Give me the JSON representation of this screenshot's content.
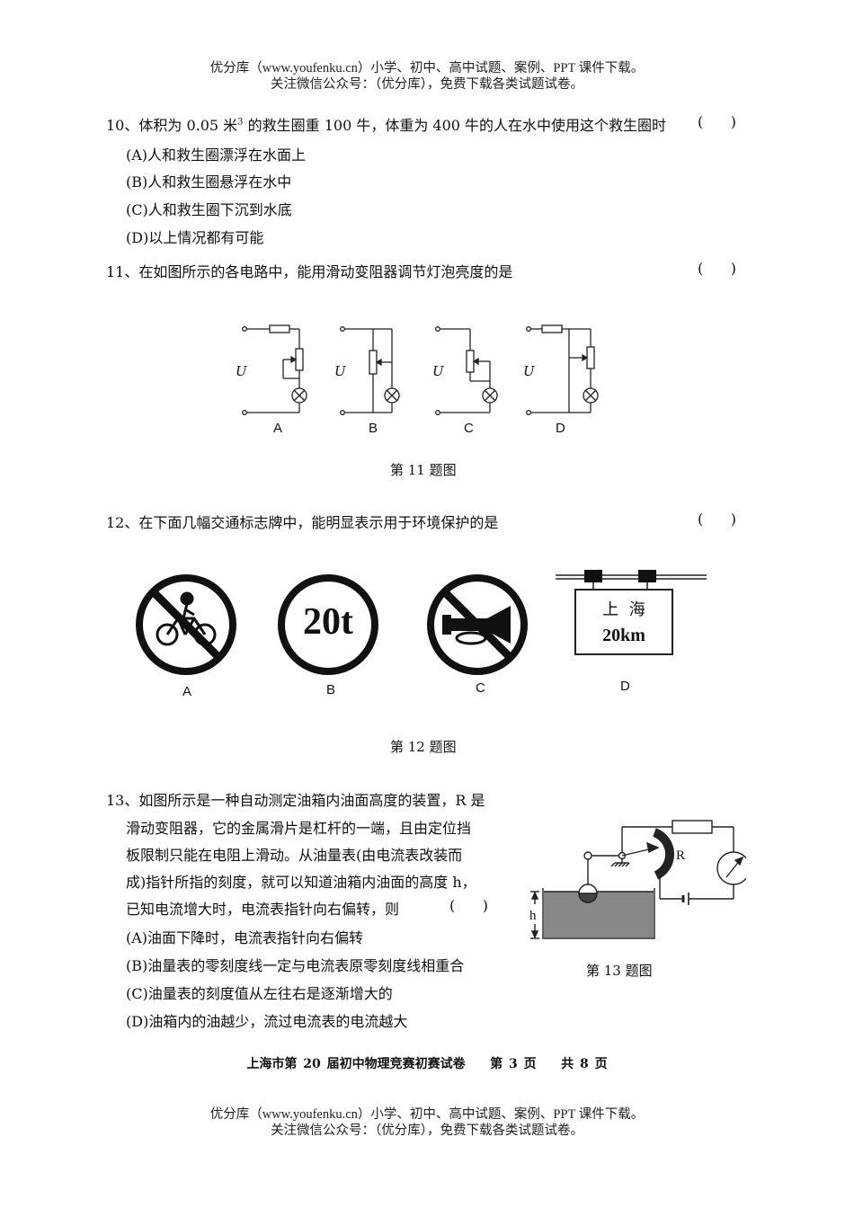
{
  "watermark": {
    "top_line1": "优分库（www.youfenku.cn）小学、初中、高中试题、案例、PPT 课件下载。",
    "top_line2": "关注微信公众号：（优分库），免费下载各类试题试卷。",
    "bottom_line1": "优分库（www.youfenku.cn）小学、初中、高中试题、案例、PPT 课件下载。",
    "bottom_line2": "关注微信公众号：（优分库），免费下载各类试题试卷。"
  },
  "answer_paren": "(      )",
  "q10": {
    "stem_pre": "10、体积为 0.05 米",
    "stem_sup": "3",
    "stem_post": " 的救生圈重 100 牛，体重为 400 牛的人在水中使用这个救生圈时",
    "options": [
      "(A)人和救生圈漂浮在水面上",
      "(B)人和救生圈悬浮在水中",
      "(C)人和救生圈下沉到水底",
      "(D)以上情况都有可能"
    ]
  },
  "q11": {
    "stem": "11、在如图所示的各电路中，能用滑动变阻器调节灯泡亮度的是",
    "voltage_label": "U",
    "circuit_labels": [
      "A",
      "B",
      "C",
      "D"
    ],
    "caption": "第 11 题图"
  },
  "q12": {
    "stem": "12、在下面几幅交通标志牌中，能明显表示用于环境保护的是",
    "sign_b_text": "20t",
    "sign_d_line1": "上  海",
    "sign_d_line2": "20km",
    "sign_labels": [
      "A",
      "B",
      "C",
      "D"
    ],
    "caption": "第 12 题图"
  },
  "q13": {
    "stem_lines": [
      "13、如图所示是一种自动测定油箱内油面高度的装置，R 是",
      "滑动变阻器，它的金属滑片是杠杆的一端，且由定位挡",
      "板限制只能在电阻上滑动。从油量表(由电流表改装而",
      "成)指针所指的刻度，就可以知道油箱内油面的高度 h，",
      "已知电流增大时，电流表指针向右偏转，则"
    ],
    "options": [
      "(A)油面下降时，电流表指针向右偏转",
      "(B)油量表的零刻度线一定与电流表原零刻度线相重合",
      "(C)油量表的刻度值从左往右是逐渐增大的",
      "(D)油箱内的油越少，流过电流表的电流越大"
    ],
    "label_r": "R",
    "label_h": "h",
    "caption": "第 13 题图"
  },
  "footer": "上海市第 20 届初中物理竞赛初赛试卷    第 3 页    共 8 页"
}
